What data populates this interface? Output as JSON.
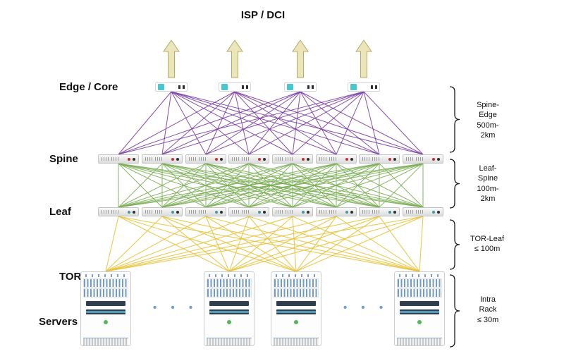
{
  "title": "ISP / DCI",
  "layer_labels": {
    "edge": "Edge / Core",
    "spine": "Spine",
    "leaf": "Leaf",
    "tor": "TOR",
    "servers": "Servers"
  },
  "annotations": [
    {
      "id": "spine-edge",
      "text": "Spine-\nEdge\n500m-\n2km"
    },
    {
      "id": "leaf-spine",
      "text": "Leaf-\nSpine\n100m-\n2km"
    },
    {
      "id": "tor-leaf",
      "text": "TOR-Leaf\n≤ 100m"
    },
    {
      "id": "intra-rack",
      "text": "Intra\nRack\n≤ 30m"
    }
  ],
  "ellipsis": "• • •",
  "diagram": {
    "type": "network-topology-mesh",
    "layers": {
      "edge": {
        "count": 4,
        "device": "edge-core-router"
      },
      "spine": {
        "count": 8,
        "device": "spine-switch"
      },
      "leaf": {
        "count": 8,
        "device": "leaf-switch"
      },
      "tor": {
        "count": 4,
        "device": "tor-server-rack"
      }
    },
    "links": [
      {
        "from": "edge",
        "to": "spine",
        "topology": "full-mesh",
        "color": "#7a3da5"
      },
      {
        "from": "spine",
        "to": "leaf",
        "topology": "full-mesh",
        "color": "#79ad52"
      },
      {
        "from": "leaf",
        "to": "tor",
        "topology": "full-mesh",
        "color": "#e8c33c"
      }
    ],
    "uplink_arrows": {
      "count": 4,
      "direction": "up"
    },
    "colors": {
      "edge_spine_link": "#7a3da5",
      "spine_leaf_link": "#79ad52",
      "leaf_tor_link": "#e8c33c",
      "arrow_fill": "#ebe5b8",
      "arrow_stroke": "#b5aa6d",
      "bracket": "#1a1a1a"
    }
  }
}
